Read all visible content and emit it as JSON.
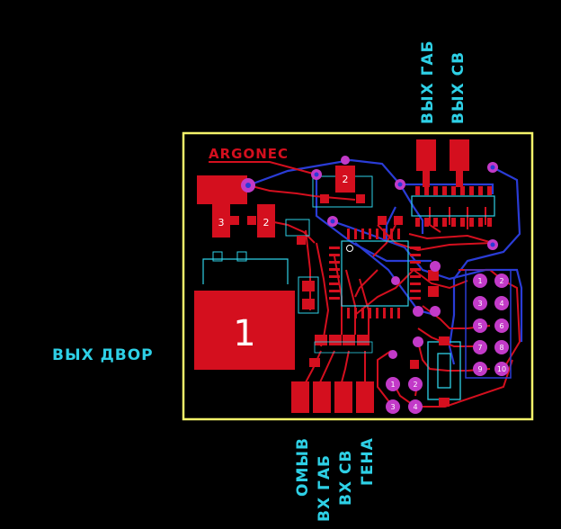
{
  "board": {
    "logo": "ARGONEC",
    "pad_large_label": "1",
    "pad_left_labels": [
      "3",
      "2"
    ],
    "pad_top_label": "2",
    "connector_pin_labels": [
      "1",
      "2",
      "3",
      "4",
      "5",
      "6",
      "7",
      "8",
      "9",
      "10"
    ],
    "small_connector_pin_labels": [
      "1",
      "2",
      "3",
      "4"
    ]
  },
  "labels": {
    "out_yard": "ВЫХ ДВОР",
    "out_gas": "ВЫХ ГАБ",
    "out_sv": "ВЫХ СВ",
    "in_omyv": "ОМЫВ",
    "in_gas": "ВХ ГАБ",
    "in_sv": "ВХ СВ",
    "gena": "ГЕНА"
  },
  "colors": {
    "background": "#000000",
    "board_outline": "#f4f36a",
    "copper_top": "#d40f1e",
    "copper_bottom": "#2a3cd6",
    "silkscreen": "#2ed0e6",
    "via": "#c23ac8",
    "logo": "#d40f1e"
  }
}
